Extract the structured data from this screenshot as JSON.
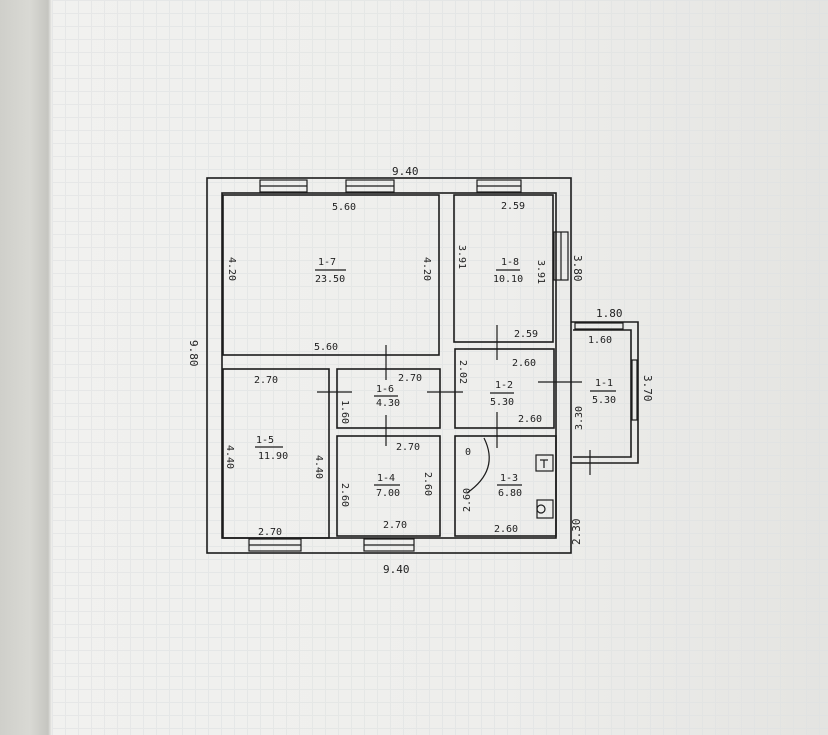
{
  "plan": {
    "overall": {
      "top_width": "9.40",
      "bottom_width": "9.40",
      "left_height": "9.80",
      "right_upper": "3.80",
      "right_lower": "2.30",
      "annex_outer_width": "1.80",
      "annex_height": "3.70",
      "annex_side": "3.30"
    },
    "rooms": [
      {
        "id": "1-7",
        "area": "23.50",
        "top": "5.60",
        "bottom": "5.60",
        "left": "4.20",
        "right": "4.20"
      },
      {
        "id": "1-8",
        "area": "10.10",
        "top": "2.59",
        "bottom": "2.59",
        "left": "3.91",
        "right": "3.91"
      },
      {
        "id": "1-5",
        "area": "11.90",
        "top": "2.70",
        "bottom": "2.70",
        "left": "4.40",
        "right": "4.40"
      },
      {
        "id": "1-6",
        "area": "4.30",
        "top": "2.70",
        "left": "1.60"
      },
      {
        "id": "1-4",
        "area": "7.00",
        "top": "2.70",
        "bottom": "2.70",
        "left": "2.60",
        "right": "2.60"
      },
      {
        "id": "1-2",
        "area": "5.30",
        "top": "2.60",
        "bottom": "2.60",
        "left": "2.02"
      },
      {
        "id": "1-3",
        "area": "6.80",
        "bottom": "2.60",
        "left": "2.60",
        "mark": "0"
      },
      {
        "id": "1-1",
        "area": "5.30",
        "top": "1.60"
      }
    ]
  }
}
